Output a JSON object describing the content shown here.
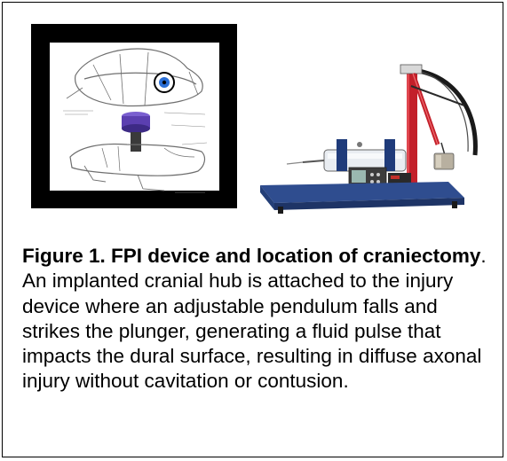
{
  "figure": {
    "caption_title": "Figure 1. FPI device and location of craniectomy",
    "caption_text": ". An implanted cranial hub is attached to the injury device where an adjustable pendulum falls and strikes the plunger, generating a fluid pulse that impacts the dural surface, resulting in diffuse axonal injury without cavitation or contusion."
  },
  "colors": {
    "frame": "#000000",
    "base_plate": "#2f4d8f",
    "pendulum_arm": "#c3202a",
    "pendulum_arc": "#1a1a1a",
    "hub_purple": "#5b3fb0"
  },
  "icons": {
    "left_panel": "rat-skull-craniectomy-diagram",
    "right_panel": "fluid-percussion-injury-device"
  }
}
